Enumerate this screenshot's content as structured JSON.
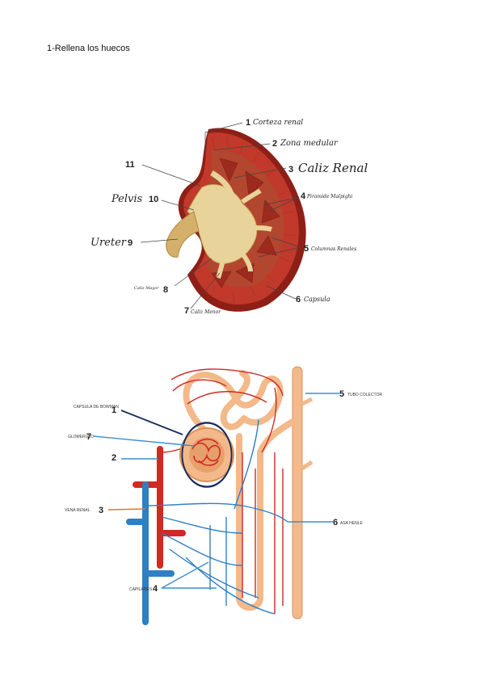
{
  "page": {
    "title": "1-Rellena los huecos"
  },
  "kidney": {
    "labels": [
      {
        "num": "1",
        "text": "Corteza renal"
      },
      {
        "num": "2",
        "text": "Zona medular"
      },
      {
        "num": "3",
        "text": "Caliz Renal"
      },
      {
        "num": "4",
        "text": "Piramide Malpighi"
      },
      {
        "num": "5",
        "text": "Columnas Renales"
      },
      {
        "num": "6",
        "text": "Capsula"
      },
      {
        "num": "7",
        "text": "Caliz Menor"
      },
      {
        "num": "8",
        "text": "Caliz Mayor"
      },
      {
        "num": "9",
        "text": "Ureter"
      },
      {
        "num": "10",
        "text": "Pelvis"
      },
      {
        "num": "11",
        "text": ""
      }
    ]
  },
  "nephron": {
    "labels": [
      {
        "num": "1",
        "text": "CAPSULA DE BOWMAN"
      },
      {
        "num": "2",
        "text": ""
      },
      {
        "num": "3",
        "text": "VENA RENAL"
      },
      {
        "num": "4",
        "text": "CAPILARES"
      },
      {
        "num": "5",
        "text": "TUBO COLECTOR"
      },
      {
        "num": "6",
        "text": "ASA HENLE"
      },
      {
        "num": "7",
        "text": "GLOMERULO"
      }
    ]
  },
  "colors": {
    "cortex": "#c0392b",
    "medulla": "#d9a35a",
    "pelvis": "#e8d49a",
    "artery": "#d02a22",
    "vein": "#2f7fc4",
    "tubule": "#f3b98a",
    "pointer_blue": "#3a8fd0",
    "pointer_orange": "#e07a2a",
    "pointer_navy": "#1a2a5a"
  }
}
